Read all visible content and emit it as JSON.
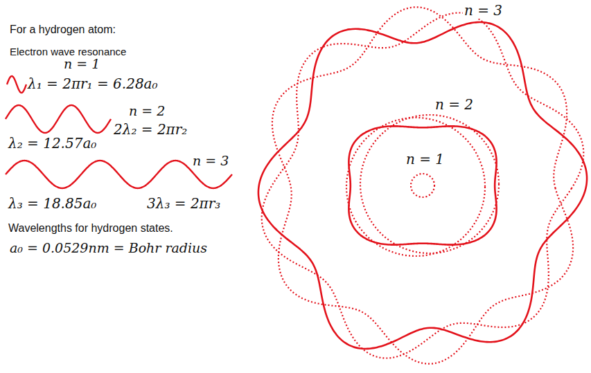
{
  "diagram": {
    "labels": [
      "For a hydrogen atom:",
      "Electron wave resonance",
      "n = 1",
      "λ₁ = 2πr₁ = 6.28a₀",
      "n = 2",
      "2λ₂ = 2πr₂",
      "λ₂ = 12.57a₀",
      "n = 3",
      "λ₃ = 18.85a₀",
      "3λ₃ = 2πr₃",
      "Wavelengths for hydrogen states.",
      "a₀ = 0.0529nm = Bohr radius",
      "n = 3",
      "n = 2",
      "n = 1"
    ]
  }
}
